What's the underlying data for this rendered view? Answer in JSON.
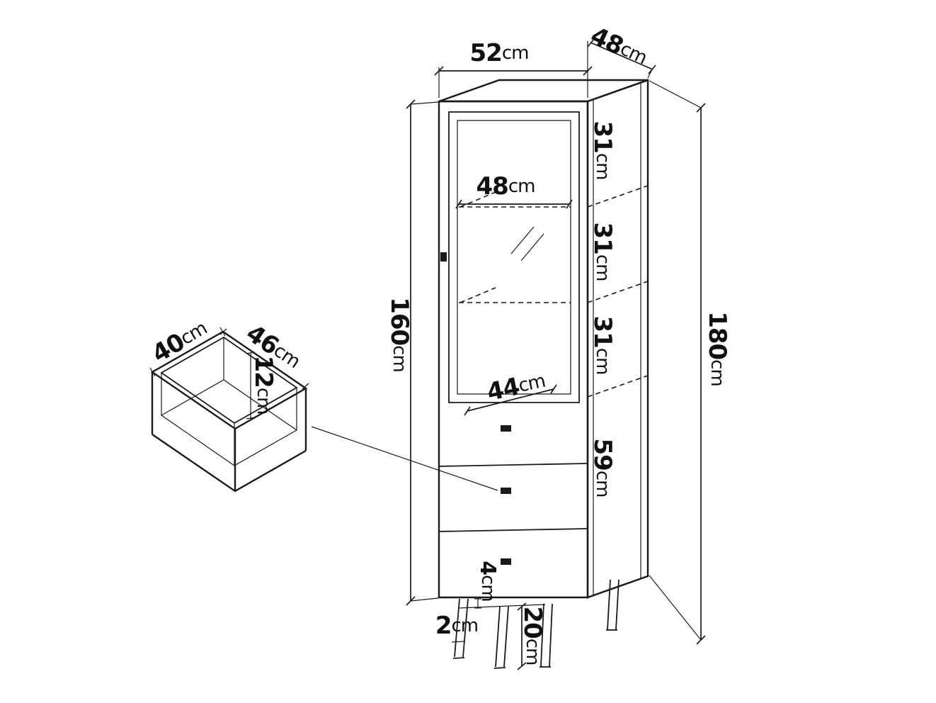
{
  "page": {
    "background": "#ffffff",
    "line_color": "#1a1a1a"
  },
  "cabinet": {
    "dims": {
      "top_width": {
        "value": "52",
        "unit": "cm"
      },
      "top_depth": {
        "value": "48",
        "unit": "cm"
      },
      "section_top": {
        "value": "31",
        "unit": "cm"
      },
      "inner_width": {
        "value": "48",
        "unit": "cm"
      },
      "section_mid1": {
        "value": "31",
        "unit": "cm"
      },
      "section_mid2": {
        "value": "31",
        "unit": "cm"
      },
      "body_height": {
        "value": "160",
        "unit": "cm"
      },
      "total_height": {
        "value": "180",
        "unit": "cm"
      },
      "inner_depth": {
        "value": "44",
        "unit": "cm"
      },
      "drawer_section": {
        "value": "59",
        "unit": "cm"
      },
      "plinth_gap": {
        "value": "4",
        "unit": "cm"
      },
      "leg_thickness": {
        "value": "2",
        "unit": "cm"
      },
      "leg_height": {
        "value": "20",
        "unit": "cm"
      }
    }
  },
  "drawer": {
    "dims": {
      "depth": {
        "value": "40",
        "unit": "cm"
      },
      "width": {
        "value": "46",
        "unit": "cm"
      },
      "height": {
        "value": "12",
        "unit": "cm"
      }
    }
  }
}
